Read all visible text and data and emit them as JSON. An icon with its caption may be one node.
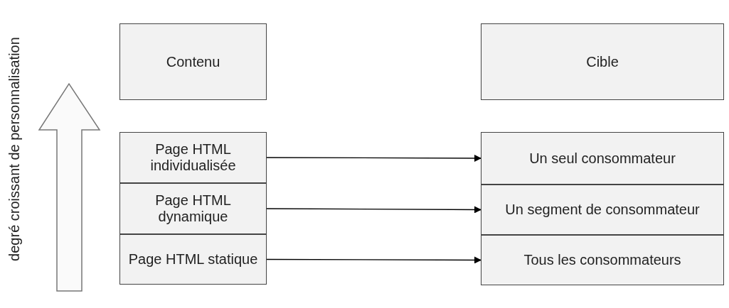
{
  "diagram": {
    "nodes": [
      {
        "text": [
          "Contenu"
        ]
      },
      {
        "text": [
          "Cible"
        ]
      },
      {
        "text": [
          "Page HTML individualisée"
        ]
      },
      {
        "text": [
          "Page HTML dynamique"
        ]
      },
      {
        "text": [
          "Page HTML statique"
        ]
      },
      {
        "text": [
          "Un seul consommateur"
        ]
      },
      {
        "text": [
          "Un segment de consommateur"
        ]
      },
      {
        "text": [
          "Tous les consommateurs"
        ]
      }
    ],
    "edges": [
      {
        "from": 2,
        "to": 5,
        "arrow": "to"
      },
      {
        "from": 3,
        "to": 6,
        "arrow": "to"
      },
      {
        "from": 4,
        "to": 7,
        "arrow": "to"
      }
    ],
    "labels": [
      "degré croissant de personnalisation"
    ]
  }
}
